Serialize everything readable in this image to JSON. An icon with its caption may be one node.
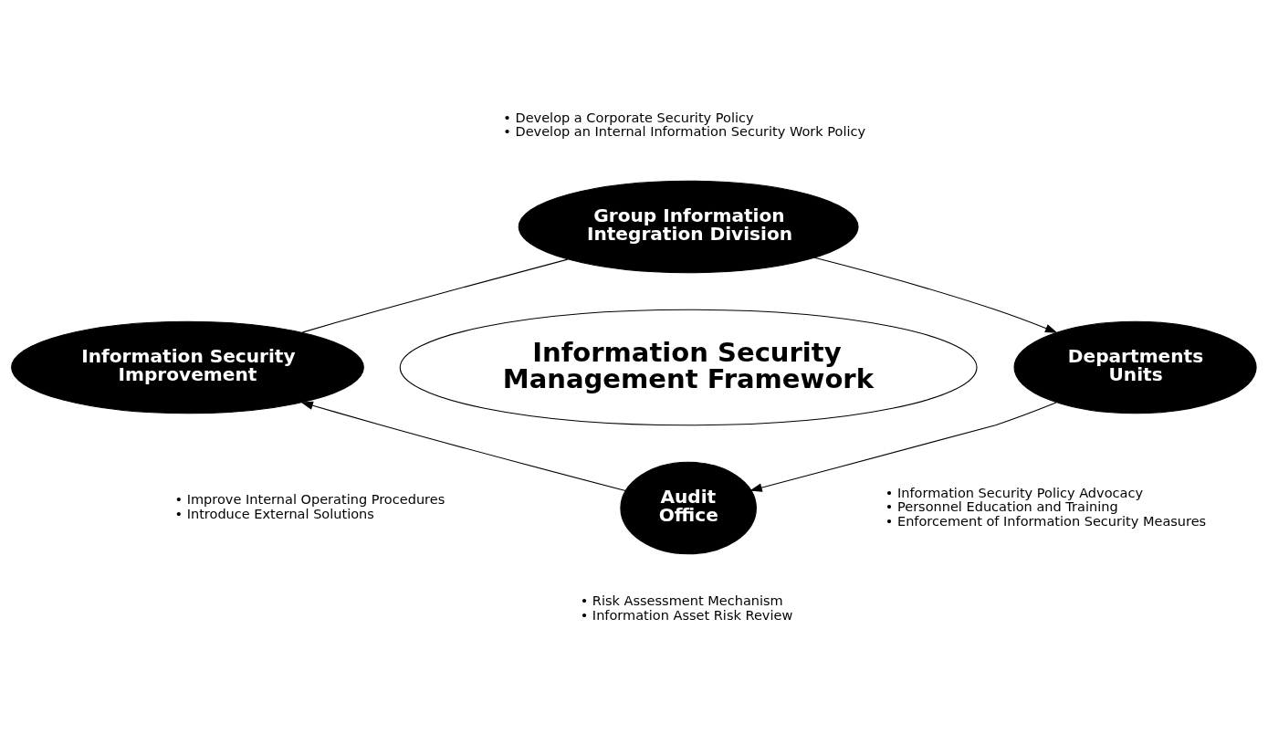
{
  "diagram": {
    "nodes": [
      {
        "text": [
          "Information Security Management Framework"
        ]
      },
      {
        "text": [
          "Group Information Integration Division"
        ],
        "beside": [
          "• Develop a Corporate Security Policy",
          "• Develop an Internal Information Security Work Policy"
        ]
      },
      {
        "text": [
          "Departments Units"
        ],
        "beside": [
          "• Information Security Policy Advocacy",
          "• Personnel Education and Training",
          "• Enforcement of Information Security Measures"
        ]
      },
      {
        "text": [
          "Audit Office"
        ],
        "beside": [
          "• Risk Assessment Mechanism",
          "• Information Asset Risk Review"
        ]
      },
      {
        "text": [
          "Information Security Improvement"
        ],
        "beside": [
          "• Improve Internal Operating Procedures",
          "• Introduce External Solutions"
        ]
      }
    ],
    "edges": [
      {
        "from": 1,
        "to": 2,
        "arrow": "to"
      },
      {
        "from": 2,
        "to": 3,
        "arrow": "to"
      },
      {
        "from": 3,
        "to": 4,
        "arrow": "to"
      },
      {
        "from": 4,
        "to": 1,
        "arrow": "none"
      }
    ]
  }
}
